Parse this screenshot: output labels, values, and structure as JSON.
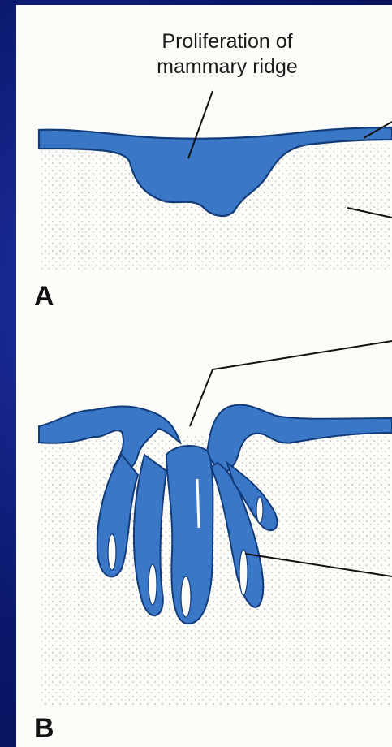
{
  "labels": {
    "line1": "Proliferation of",
    "line2": "mammary ridge"
  },
  "panels": {
    "a": "A",
    "b": "B"
  },
  "colors": {
    "background": "#0b1a6b",
    "panel": "#fbfbf8",
    "epithelium": "#3a78c7",
    "outline": "#123b7a"
  }
}
